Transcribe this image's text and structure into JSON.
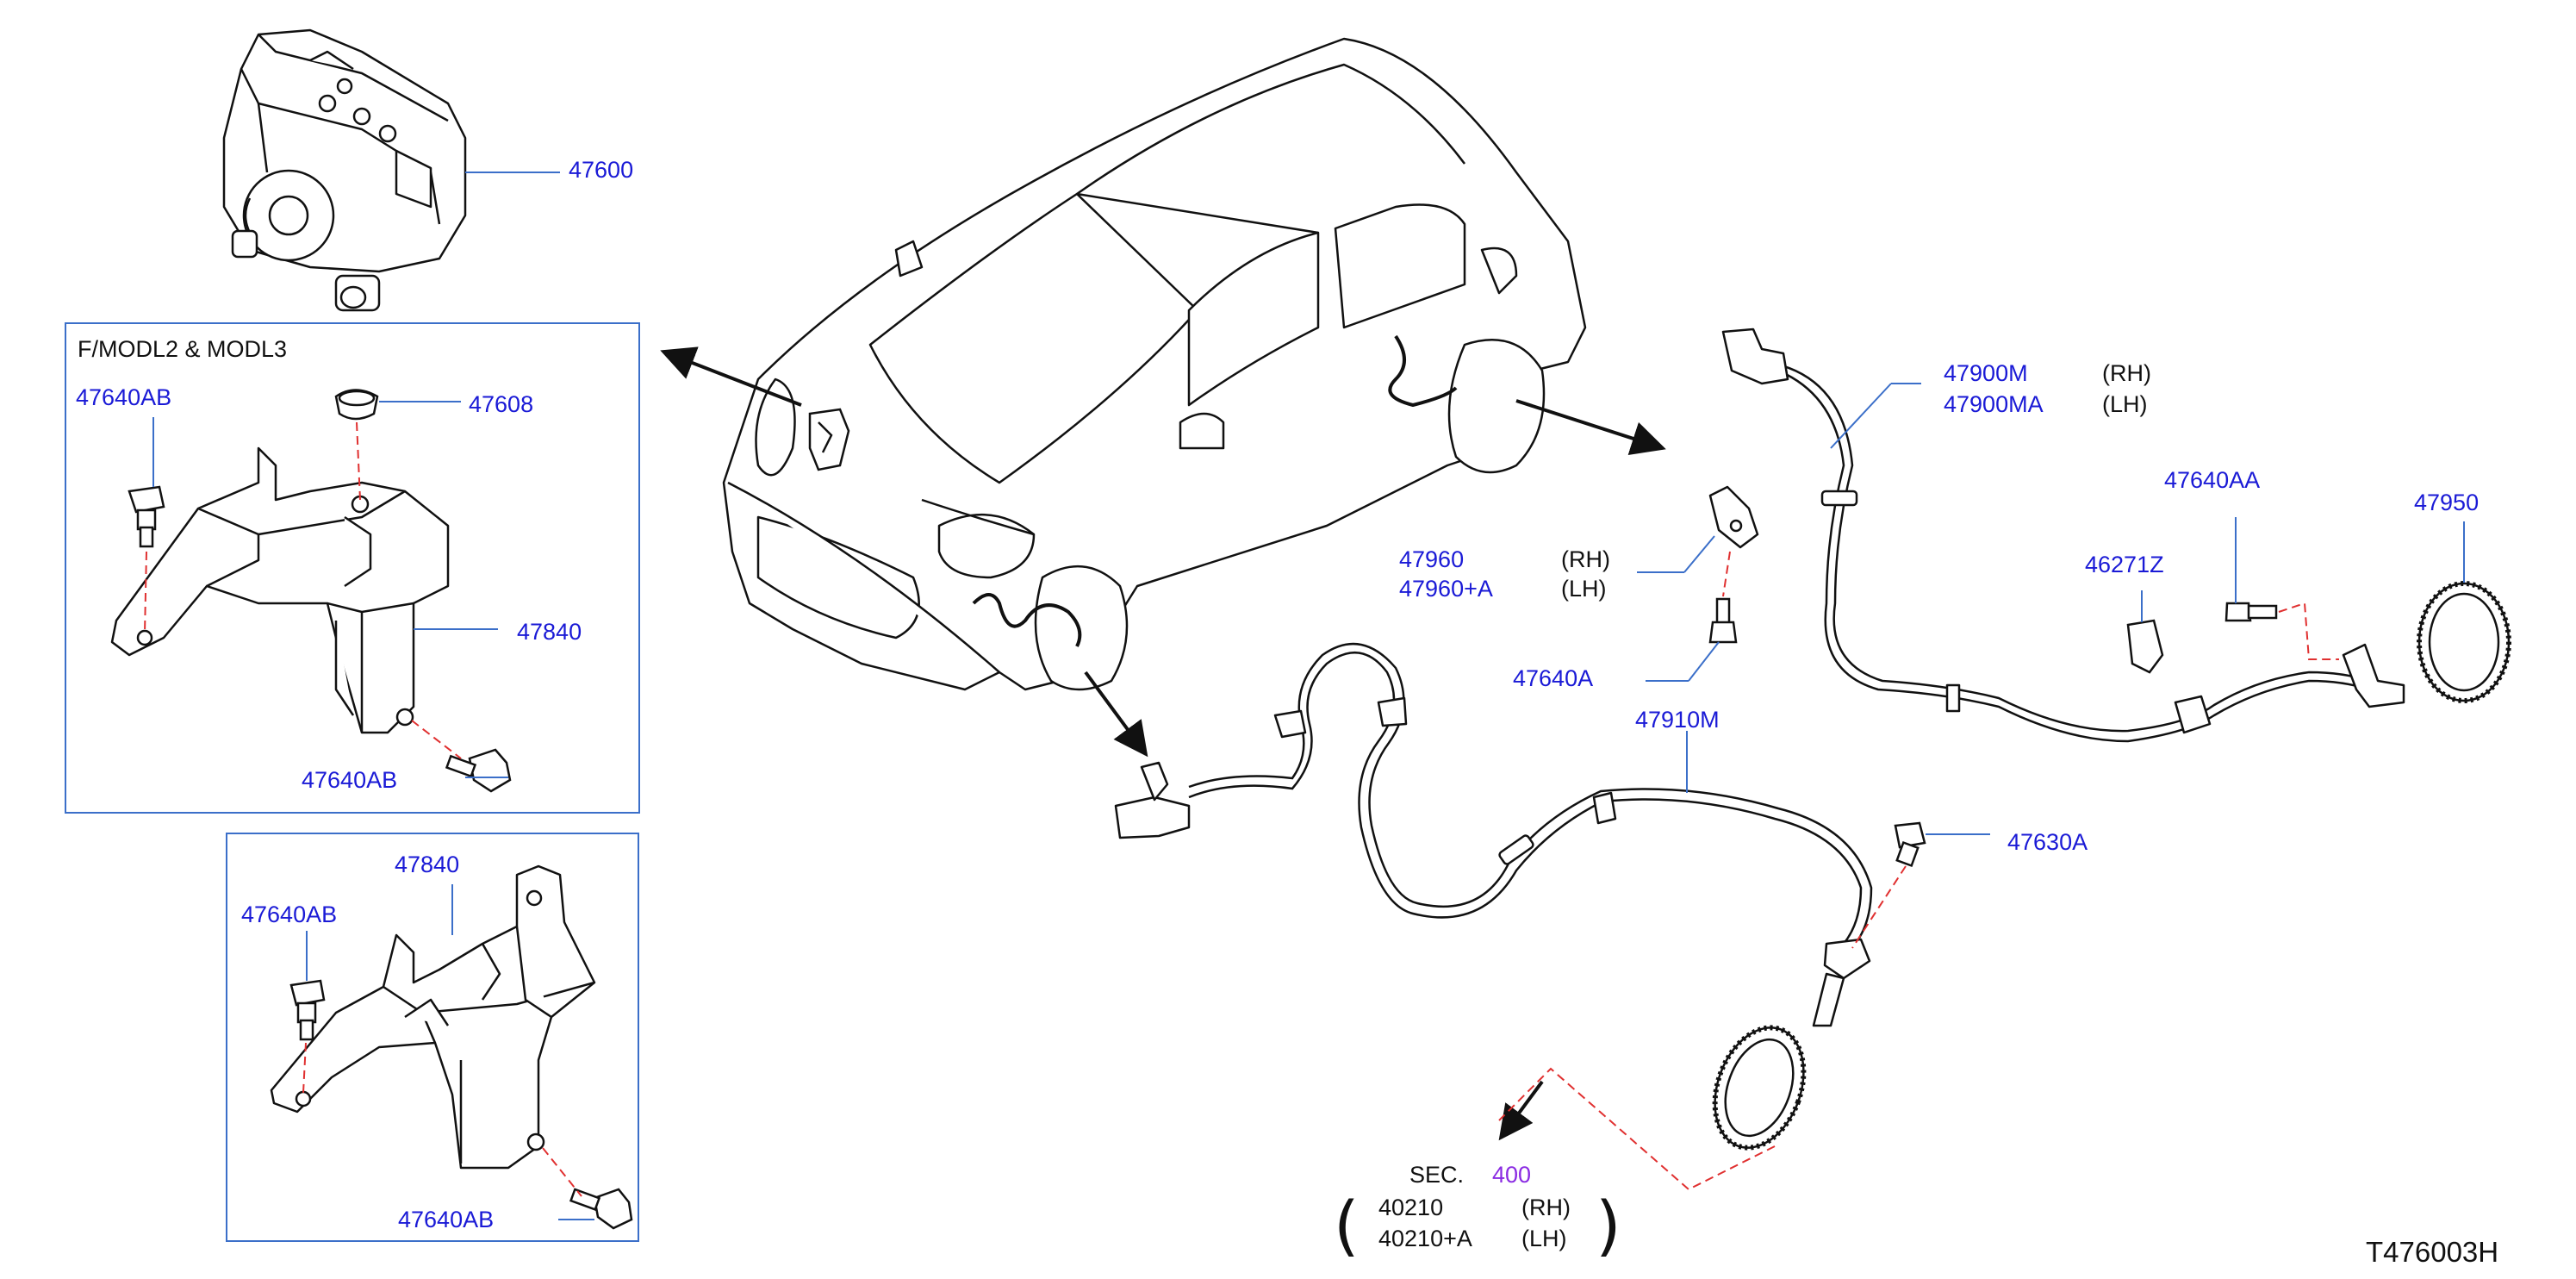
{
  "diagram": {
    "code": "T476003H",
    "colors": {
      "part_number": "#1a1ad6",
      "leader": "#3b6fc9",
      "dash": "#e03030",
      "section_ref": "#8a2be2",
      "text": "#111111"
    },
    "box1": {
      "title": "F/MODL2   &   MODL3"
    },
    "parts": {
      "p47600": "47600",
      "p47608": "47608",
      "p47640AB_1": "47640AB",
      "p47840_1": "47840",
      "p47640AB_2": "47640AB",
      "p47840_2": "47840",
      "p47640AB_3": "47640AB",
      "p47640AB_4": "47640AB",
      "p47900M": "47900M",
      "p47900MA": "47900MA",
      "p47640AA": "47640AA",
      "p47950": "47950",
      "p46271Z": "46271Z",
      "p47960": "47960",
      "p47960A": "47960+A",
      "p47640A": "47640A",
      "p47910M": "47910M",
      "p47630A": "47630A"
    },
    "sides": {
      "rh1": "(RH)",
      "lh1": "(LH)",
      "rh2": "(RH)",
      "lh2": "(LH)",
      "rh3": "(RH)",
      "lh3": "(LH)"
    },
    "section": {
      "prefix": "SEC.",
      "number": "400",
      "ref1": "40210",
      "ref2": "40210+A",
      "open_paren": "(",
      "close_paren": ")"
    }
  }
}
